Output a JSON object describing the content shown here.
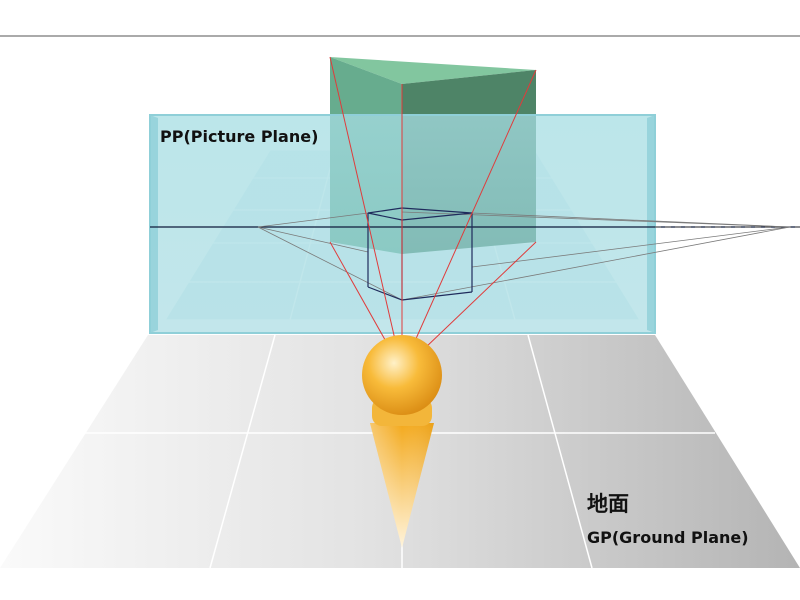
{
  "labels": {
    "picture_plane": "PP(Picture Plane)",
    "ground_kanji": "地面",
    "ground_plane": "GP(Ground Plane)"
  },
  "colors": {
    "picture_plane_fill": "#a6dde3",
    "picture_plane_edge": "#8fcfd8",
    "cube_front": "#5aa584",
    "cube_top": "#7bc39a",
    "cube_side": "#3f7a5a",
    "visual_ray": "#e03b3b",
    "projection_line": "#1f2b5c",
    "horizon_line": "#0f1a3a",
    "ground_light": "#f7f7f7",
    "ground_dark": "#b6b6b6",
    "observer": "#f2a81c"
  },
  "icons": {
    "observer": "observer-eye-figure-icon"
  }
}
